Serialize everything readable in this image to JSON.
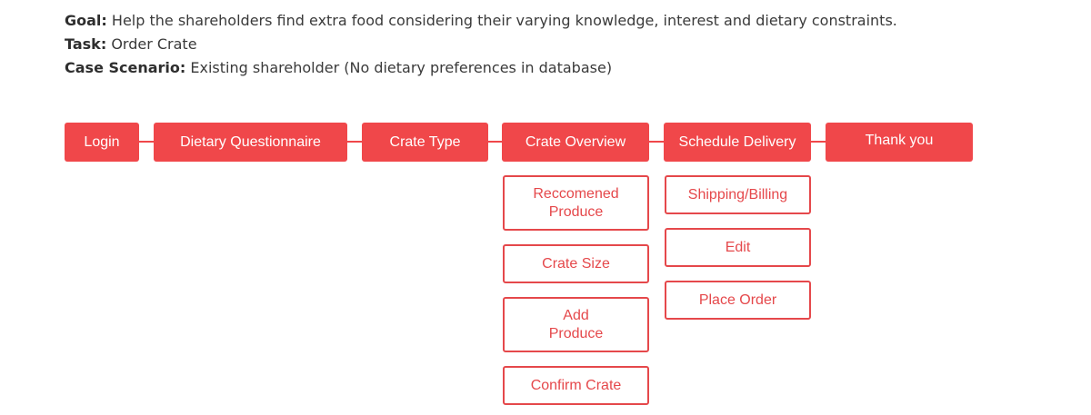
{
  "header": {
    "goal_label": "Goal:",
    "goal_text": "Help the shareholders find extra food considering their varying knowledge, interest and dietary constraints.",
    "task_label": "Task:",
    "task_text": "Order Crate",
    "case_label": "Case Scenario:",
    "case_text": "Existing shareholder (No dietary preferences in database)"
  },
  "flow": {
    "login": "Login",
    "dietary_questionnaire": "Dietary Questionnaire",
    "crate_type": "Crate Type",
    "crate_overview": "Crate Overview",
    "schedule_delivery": "Schedule Delivery",
    "thank_you": "Thank you"
  },
  "crate_overview_steps": {
    "recommended_produce": "Reccomened Produce",
    "crate_size": "Crate Size",
    "add_produce": "Add Produce",
    "confirm_crate": "Confirm Crate"
  },
  "schedule_delivery_steps": {
    "shipping_billing": "Shipping/Billing",
    "edit": "Edit",
    "place_order": "Place Order"
  },
  "colors": {
    "accent": "#f0474a",
    "outline": "#e5484b",
    "text": "#3a3a3a"
  }
}
